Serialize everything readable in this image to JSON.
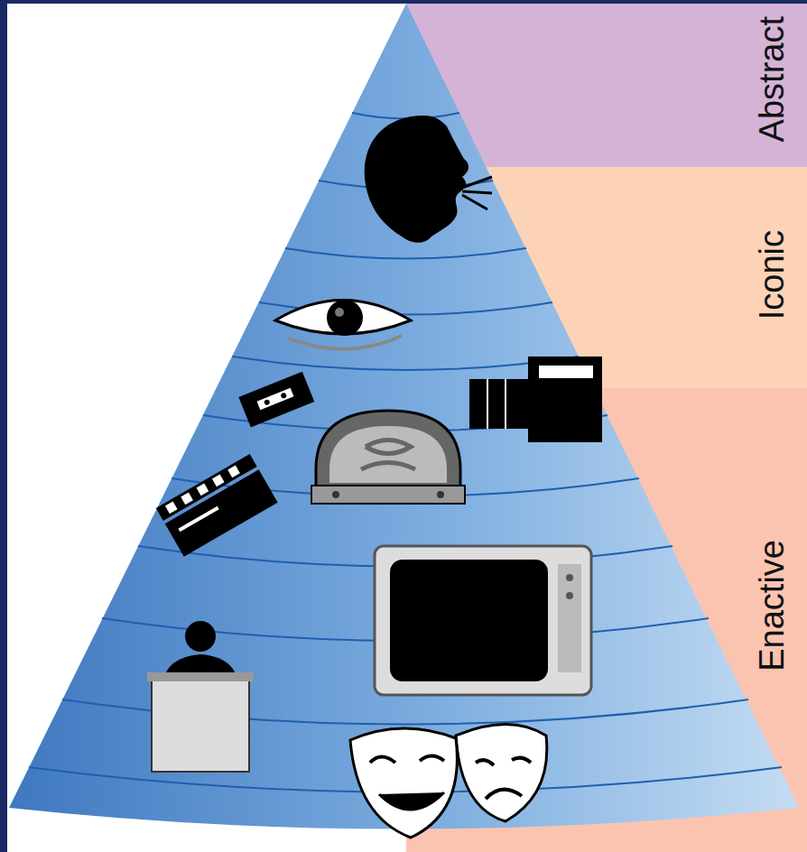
{
  "diagram": {
    "nodes": [
      {
        "text": [
          "Abstract"
        ]
      },
      {
        "text": [
          "Iconic"
        ]
      },
      {
        "text": [
          "Enactive"
        ]
      }
    ]
  }
}
